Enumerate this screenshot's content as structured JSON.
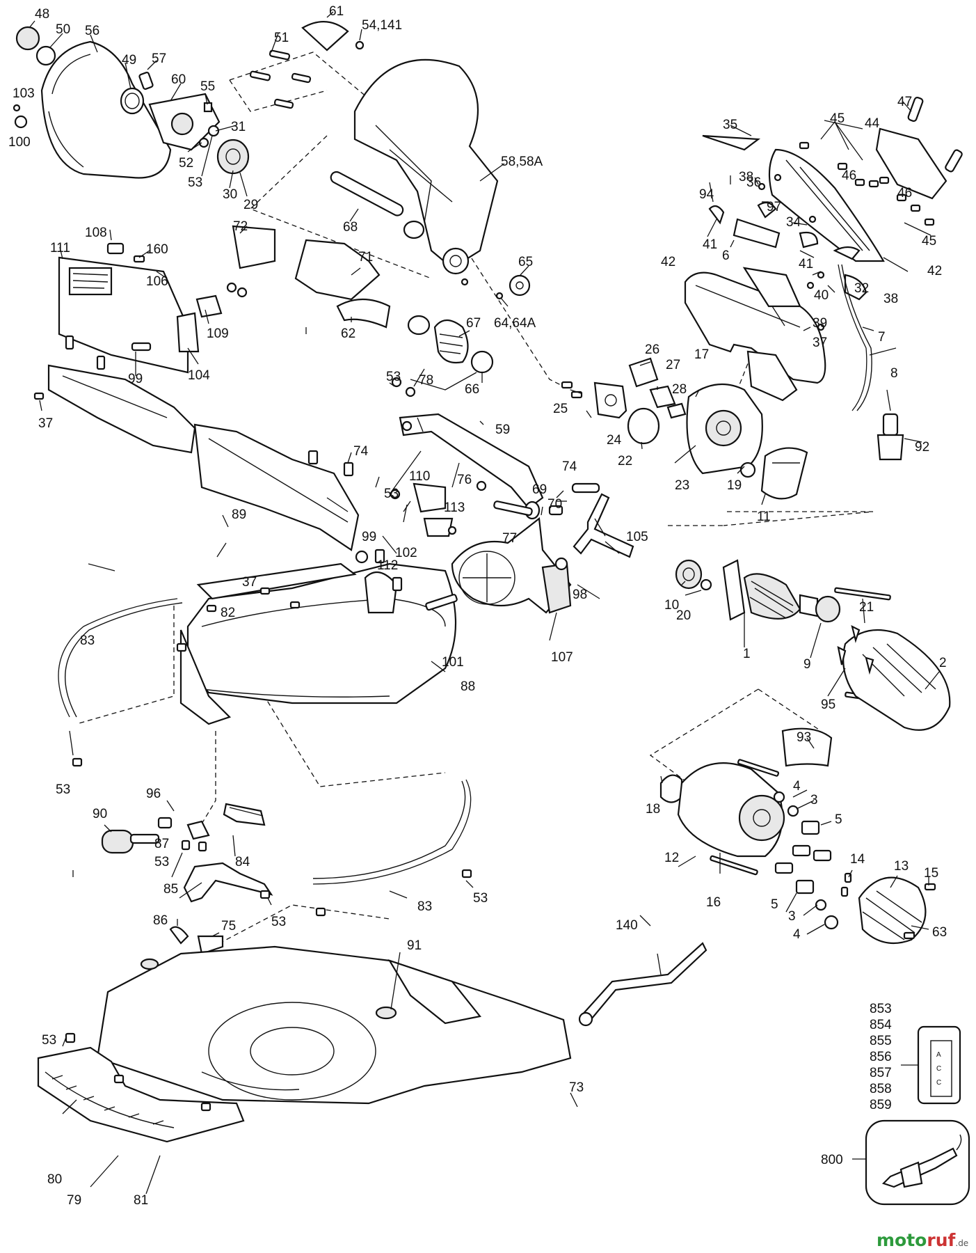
{
  "labels": {
    "p1": "1",
    "p2": "2",
    "p3a": "3",
    "p3b": "3",
    "p4a": "4",
    "p4b": "4",
    "p5a": "5",
    "p5b": "5",
    "p6": "6",
    "p7": "7",
    "p8": "8",
    "p9": "9",
    "p10": "10",
    "p11": "11",
    "p12": "12",
    "p13": "13",
    "p14": "14",
    "p15": "15",
    "p16": "16",
    "p17": "17",
    "p18": "18",
    "p19": "19",
    "p20": "20",
    "p21": "21",
    "p22": "22",
    "p23": "23",
    "p24": "24",
    "p25": "25",
    "p26": "26",
    "p27": "27",
    "p28": "28",
    "p29": "29",
    "p30": "30",
    "p31": "31",
    "p32": "32",
    "p34": "34",
    "p35": "35",
    "p36": "36",
    "p37a": "37",
    "p37b": "37",
    "p37c": "37",
    "p38a": "38",
    "p38b": "38",
    "p39": "39",
    "p40": "40",
    "p41a": "41",
    "p41b": "41",
    "p42a": "42",
    "p42b": "42",
    "p44": "44",
    "p45a": "45",
    "p45b": "45",
    "p46a": "46",
    "p46b": "46",
    "p47": "47",
    "p48": "48",
    "p49": "49",
    "p50": "50",
    "p51": "51",
    "p52": "52",
    "p53a": "53",
    "p53b": "53",
    "p53c": "53",
    "p53d": "53",
    "p53e": "53",
    "p53f": "53",
    "p53g": "53",
    "p53h": "53",
    "p54": "54,141",
    "p55": "55",
    "p56": "56",
    "p57": "57",
    "p58": "58,58A",
    "p59": "59",
    "p60": "60",
    "p61": "61",
    "p62": "62",
    "p63": "63",
    "p64": "64,64A",
    "p65": "65",
    "p66": "66",
    "p67": "67",
    "p68": "68",
    "p69": "69",
    "p70": "70",
    "p71": "71",
    "p72": "72",
    "p73": "73",
    "p74a": "74",
    "p74b": "74",
    "p75": "75",
    "p76": "76",
    "p77": "77",
    "p78": "78",
    "p79": "79",
    "p80": "80",
    "p81": "81",
    "p82": "82",
    "p83a": "83",
    "p83b": "83",
    "p84": "84",
    "p85": "85",
    "p86": "86",
    "p87": "87",
    "p88": "88",
    "p89": "89",
    "p90": "90",
    "p91": "91",
    "p92": "92",
    "p93": "93",
    "p94": "94",
    "p95": "95",
    "p96": "96",
    "p97": "97",
    "p98": "98",
    "p99a": "99",
    "p99b": "99",
    "p100": "100",
    "p101": "101",
    "p102": "102",
    "p103": "103",
    "p104": "104",
    "p105": "105",
    "p106": "106",
    "p107": "107",
    "p108": "108",
    "p109": "109",
    "p110": "110",
    "p111": "111",
    "p112": "112",
    "p113": "113",
    "p140": "140",
    "p160": "160",
    "p800": "800",
    "p853": "853",
    "p854": "854",
    "p855": "855",
    "p856": "856",
    "p857": "857",
    "p858": "858",
    "p859": "859"
  },
  "box_text": {
    "a": "A",
    "c1": "C",
    "c2": "C"
  },
  "watermark": {
    "part1": "moto",
    "part2": "ruf",
    "suffix": ".de"
  }
}
